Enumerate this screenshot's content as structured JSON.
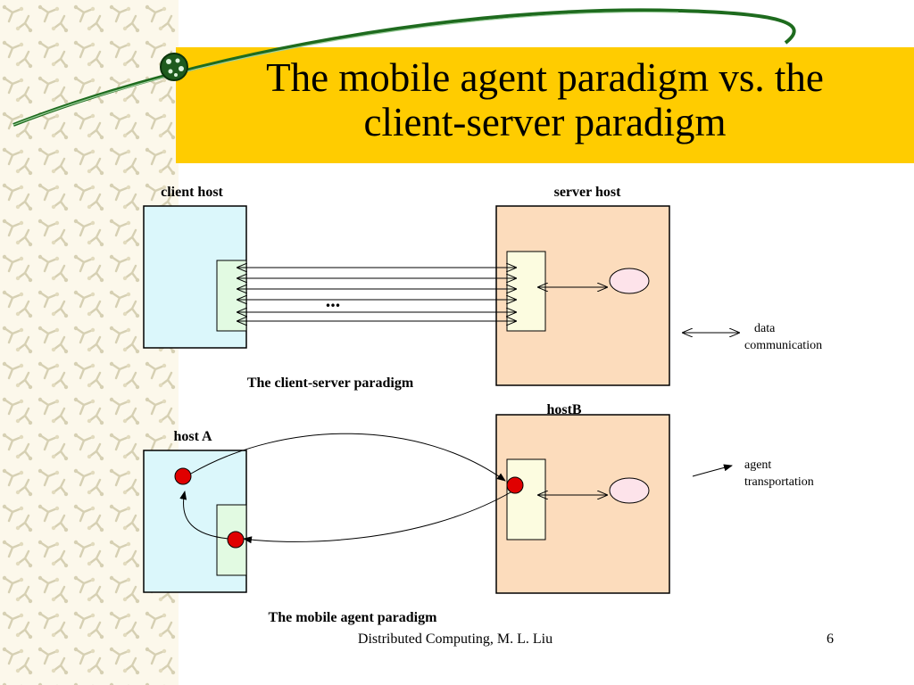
{
  "slide": {
    "title_line1": "The mobile agent paradigm vs. the",
    "title_line2": "client-server paradigm",
    "footer": "Distributed Computing, M. L. Liu",
    "page_number": "6",
    "band_color": "#ffcc00"
  },
  "client_server": {
    "client_label": "client host",
    "server_label": "server host",
    "ellipsis": "...",
    "caption": "The client-server paradigm",
    "client_color": "#dbf7fb",
    "server_color": "#fcdcbc"
  },
  "mobile_agent": {
    "host_a_label": "host A",
    "host_b_label": "hostB",
    "caption": "The mobile agent paradigm"
  },
  "legend": {
    "data_line1": "data",
    "data_line2": "communication",
    "agent_line1": "agent",
    "agent_line2": "transportation"
  }
}
